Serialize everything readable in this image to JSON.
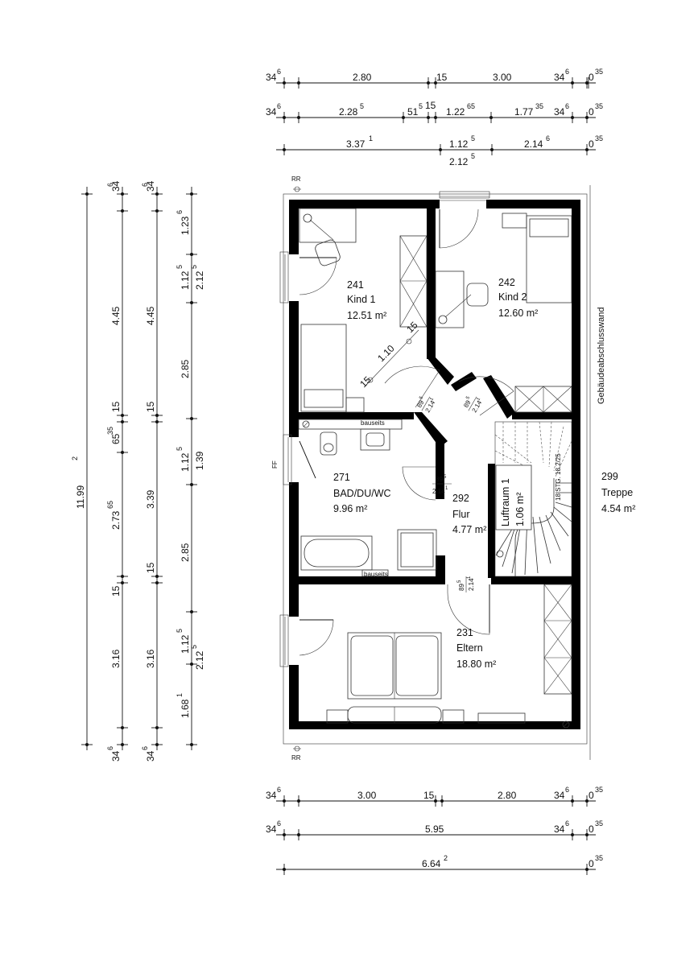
{
  "dimensions": {
    "top_row1": [
      "34",
      "6",
      "2.80",
      "15",
      "3.00",
      "34",
      "6",
      "0",
      "35"
    ],
    "top_row2": [
      "34",
      "6",
      "2.28",
      "5",
      "51",
      "5",
      "15",
      "1.22",
      "65",
      "1.77",
      "35",
      "34",
      "6",
      "0",
      "35"
    ],
    "top_row3": [
      "3.37",
      "1",
      "1.12",
      "5",
      "2.14",
      "6",
      "0",
      "35"
    ],
    "top_row3b": [
      "2.12",
      "5"
    ],
    "bottom_row1": [
      "34",
      "6",
      "3.00",
      "15",
      "2.80",
      "34",
      "6",
      "0",
      "35"
    ],
    "bottom_row2": [
      "34",
      "6",
      "5.95",
      "34",
      "6",
      "0",
      "35"
    ],
    "bottom_row3": [
      "6.64",
      "2",
      "0",
      "35"
    ],
    "left_col1": [
      "11.99",
      "2"
    ],
    "left_col2": [
      "34",
      "6",
      "4.45",
      "15",
      "65",
      "35",
      "2.73",
      "65",
      "15",
      "3.16",
      "34",
      "6"
    ],
    "left_col3": [
      "34",
      "6",
      "4.45",
      "15",
      "3.39",
      "15",
      "3.16",
      "34",
      "6"
    ],
    "left_col4": [
      "1.23",
      "6",
      "1.12",
      "5",
      "2.12",
      "5",
      "2.85",
      "1.12",
      "5",
      "1.39",
      "2.85",
      "1.12",
      "5",
      "2.12",
      "5",
      "1.68",
      "1"
    ]
  },
  "rooms": {
    "kind1": {
      "number": "241",
      "name": "Kind 1",
      "area": "12.51 m²"
    },
    "kind2": {
      "number": "242",
      "name": "Kind 2",
      "area": "12.60 m²"
    },
    "bad": {
      "number": "271",
      "name": "BAD/DU/WC",
      "area": "9.96 m²"
    },
    "flur": {
      "number": "292",
      "name": "Flur",
      "area": "4.77 m²"
    },
    "luftraum": {
      "name": "Luftraum 1",
      "area": "1.06 m²"
    },
    "treppe": {
      "number": "299",
      "name": "Treppe",
      "area": "4.54 m²"
    },
    "eltern": {
      "number": "231",
      "name": "Eltern",
      "area": "18.80 m²"
    }
  },
  "labels": {
    "rr_top": "RR",
    "rr_bottom": "RR",
    "ff": "FF",
    "gebaeude": "Gebäudeabschlusswand",
    "bauseits_top": "bauseits",
    "bauseits_bottom": "bauseits",
    "stairs": "18 STG. 18.2/25",
    "diag_15a": "15",
    "diag_110": "1.10",
    "diag_15b": "15",
    "door_kind1": [
      "89",
      "5",
      "2.14",
      "1"
    ],
    "door_kind2": [
      "89",
      "5",
      "2.14",
      "1"
    ],
    "door_bad": [
      "89",
      "5",
      "2.14",
      "1"
    ],
    "door_eltern": [
      "89",
      "5",
      "2.14",
      "1"
    ]
  }
}
